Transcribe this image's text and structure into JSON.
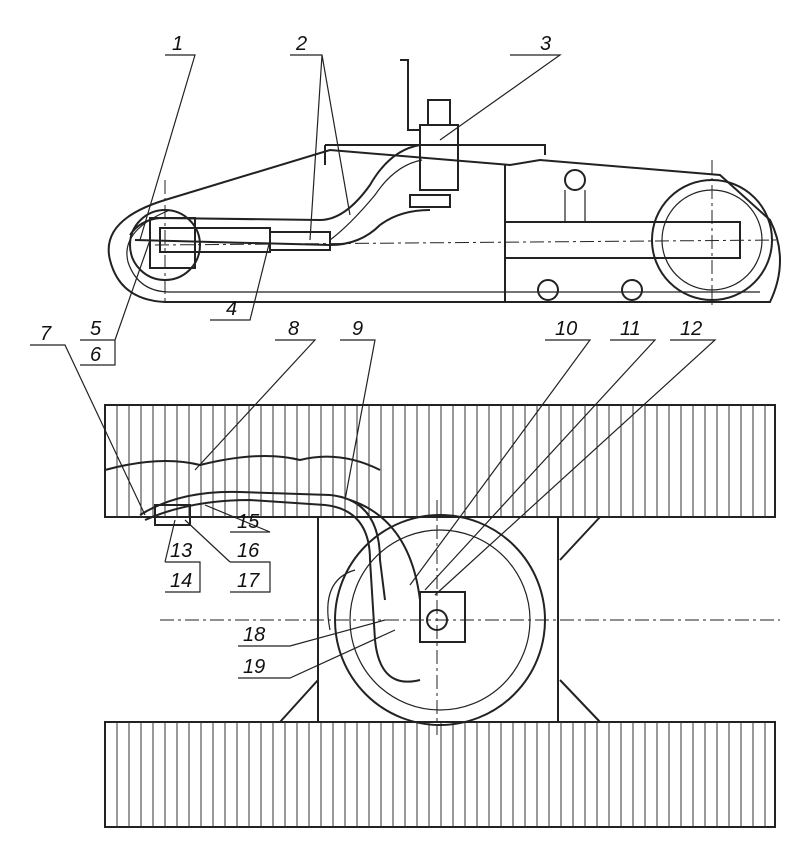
{
  "figure": {
    "labels": {
      "l1": "1",
      "l2": "2",
      "l3": "3",
      "l4": "4",
      "l5": "5",
      "l6": "6",
      "l7": "7",
      "l8": "8",
      "l9": "9",
      "l10": "10",
      "l11": "11",
      "l12": "12",
      "l13": "13",
      "l14": "14",
      "l15": "15",
      "l16": "16",
      "l17": "17",
      "l18": "18",
      "l19": "19"
    }
  }
}
